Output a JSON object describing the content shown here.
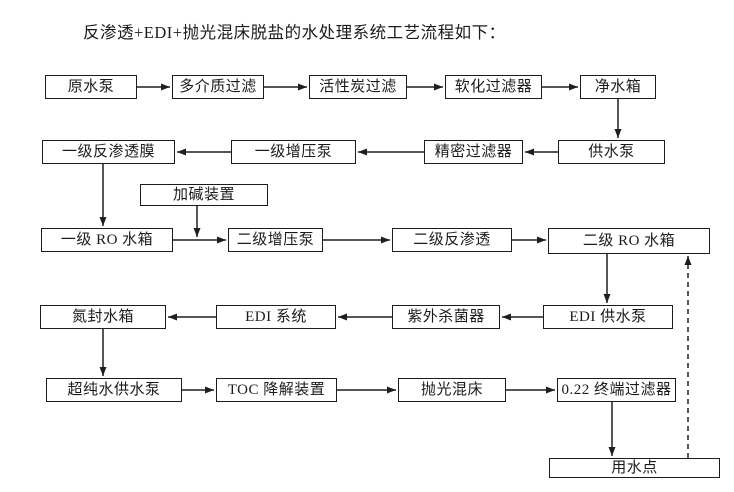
{
  "title": "反渗透+EDI+抛光混床脱盐的水处理系统工艺流程如下：",
  "nodes": {
    "raw_water_pump": "原水泵",
    "multimedia_filter": "多介质过滤",
    "activated_carbon_filter": "活性炭过滤",
    "softening_filter": "软化过滤器",
    "clean_water_tank": "净水箱",
    "feed_pump": "供水泵",
    "precision_filter": "精密过滤器",
    "stage1_booster_pump": "一级增压泵",
    "stage1_ro_membrane": "一级反渗透膜",
    "alkali_dosing_unit": "加碱装置",
    "stage1_ro_tank": "一级 RO 水箱",
    "stage2_booster_pump": "二级增压泵",
    "stage2_ro": "二级反渗透",
    "stage2_ro_tank": "二级 RO 水箱",
    "edi_feed_pump": "EDI 供水泵",
    "uv_sterilizer": "紫外杀菌器",
    "edi_system": "EDI 系统",
    "nitrogen_sealed_tank": "氮封水箱",
    "ultrapure_feed_pump": "超纯水供水泵",
    "toc_reducer": "TOC 降解装置",
    "polishing_mixed_bed": "抛光混床",
    "terminal_filter": "0.22 终端过滤器",
    "water_use_point": "用水点"
  },
  "colors": {
    "line": "#1f1f1f",
    "text": "#1b1b1b",
    "background": "#ffffff"
  }
}
